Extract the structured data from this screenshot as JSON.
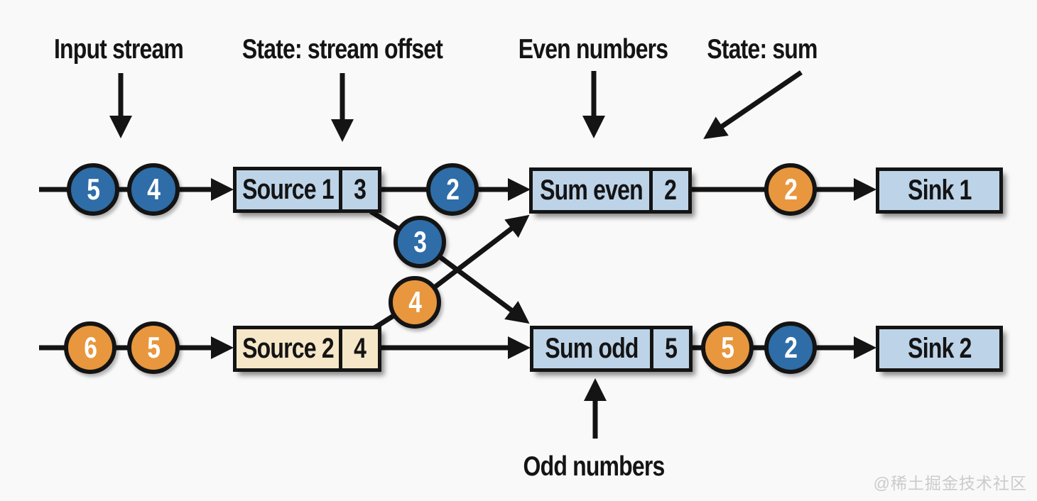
{
  "colors": {
    "background": "#f9f9f9",
    "blue": "#2e6da8",
    "orange": "#e8973e",
    "box_blue": "#bdd3e8",
    "box_cream": "#f5e7c7",
    "stroke": "#141414",
    "watermark": "#cbcbcb"
  },
  "annotations": {
    "input_stream": "Input stream",
    "state_stream_offset": "State: stream offset",
    "even_numbers": "Even numbers",
    "state_sum": "State: sum",
    "odd_numbers": "Odd numbers"
  },
  "operators": {
    "source1": {
      "label": "Source 1",
      "state": "3"
    },
    "source2": {
      "label": "Source 2",
      "state": "4"
    },
    "sum_even": {
      "label": "Sum even",
      "state": "2"
    },
    "sum_odd": {
      "label": "Sum odd",
      "state": "5"
    },
    "sink1": {
      "label": "Sink 1"
    },
    "sink2": {
      "label": "Sink 2"
    }
  },
  "tokens": {
    "input1": [
      "5",
      "4"
    ],
    "input2": [
      "6",
      "5"
    ],
    "even_from_source1": "2",
    "odd_from_source1": "3",
    "even_from_source2": "4",
    "sum_even_out": "2",
    "sum_odd_out": [
      "5",
      "2"
    ]
  },
  "watermark": "@稀土掘金技术社区"
}
